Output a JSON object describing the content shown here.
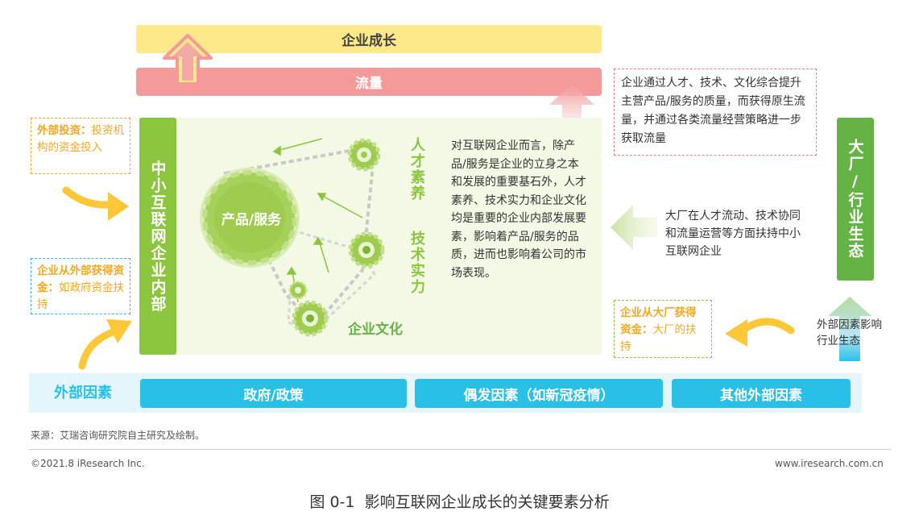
{
  "top_bands": {
    "growth": "企业成长",
    "traffic": "流量"
  },
  "internal": {
    "vertical_label": "中小互联网企业内部",
    "gear_label": "产品/服务",
    "talent_label": "人才素养",
    "tech_label": "技术实力",
    "culture_label": "企业文化",
    "description": "对互联网企业而言，除产品/服务是企业的立身之本和发展的重要基石外，人才素养、技术实力和企业文化均是重要的企业内部发展要素，影响着产品/服务的品质，进而也影响着公司的市场表现。"
  },
  "left_notes": {
    "investment_title": "外部投资：",
    "investment_body": "投资机构的资金投入",
    "funding_title": "企业从外部获得资金：",
    "funding_body": "如政府资金扶持"
  },
  "right_notes": {
    "traffic_note": "企业通过人才、技术、文化综合提升主营产品/服务的质量，而获得原生流量，并通过各类流量经营策略进一步获取流量",
    "support_note": "大厂在人才流动、技术协同和流量运营等方面扶持中小互联网企业",
    "bigco_title": "企业从大厂获得资金：",
    "bigco_body": "大厂的扶持",
    "ecosystem_label": "大厂/行业生态",
    "external_ecosystem": "外部因素影响行业生态"
  },
  "external_factors": {
    "label": "外部因素",
    "items": [
      "政府/政策",
      "偶发因素（如新冠疫情）",
      "其他外部因素"
    ]
  },
  "footer": {
    "source": "来源：艾瑞咨询研究院自主研究及绘制。",
    "copyright": "©2021.8 iResearch Inc.",
    "website": "www.iresearch.com.cn",
    "caption": "图 0-1  影响互联网企业成长的关键要素分析"
  },
  "colors": {
    "growth_band": "#fde98a",
    "traffic_band": "#f49a9a",
    "green_dark": "#8cc63f",
    "green_light": "#f3f9e4",
    "eco_green": "#65b345",
    "blue_band": "#e4f6fc",
    "chip_blue": "#29c0e8",
    "orange": "#f5a81d",
    "red_dash": "#f08080"
  }
}
